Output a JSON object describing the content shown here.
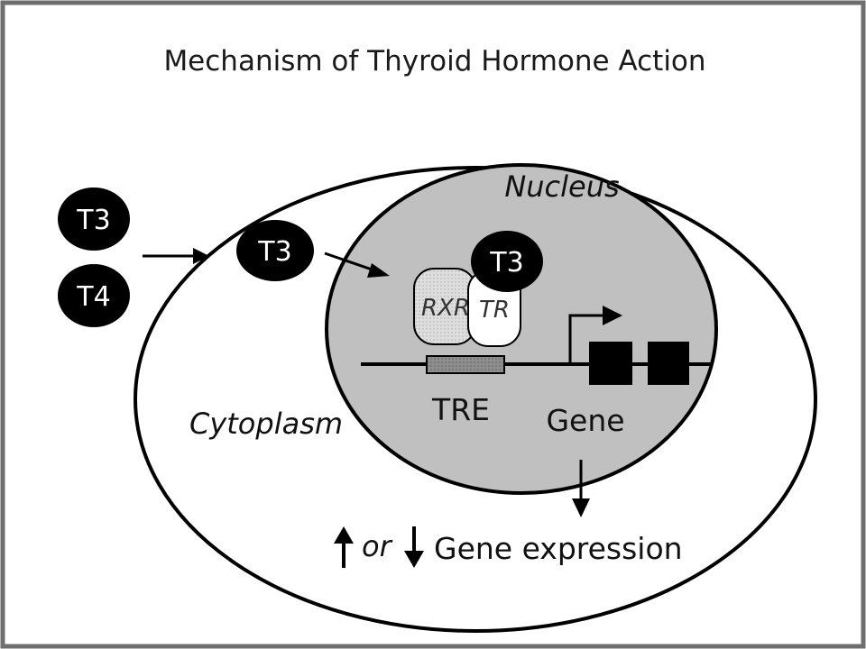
{
  "title": "Mechanism of Thyroid Hormone Action",
  "compartments": {
    "nucleus": "Nucleus",
    "cytoplasm": "Cytoplasm"
  },
  "hormones": {
    "outside_t3": "T3",
    "outside_t4": "T4",
    "cytoplasm_t3": "T3",
    "bound_t3": "T3"
  },
  "receptors": {
    "rxr": "RXR",
    "tr": "TR"
  },
  "dna": {
    "tre": "TRE",
    "gene": "Gene"
  },
  "output": {
    "or_word": "or",
    "label": "Gene expression"
  },
  "colors": {
    "frame_border": "#6e6e6e",
    "nucleus_fill": "#c0c0c0",
    "hormone_fill": "#000000",
    "rxr_fill": "#dcdcdc",
    "tr_fill": "#ffffff",
    "tre_fill": "#8a8a8a"
  }
}
